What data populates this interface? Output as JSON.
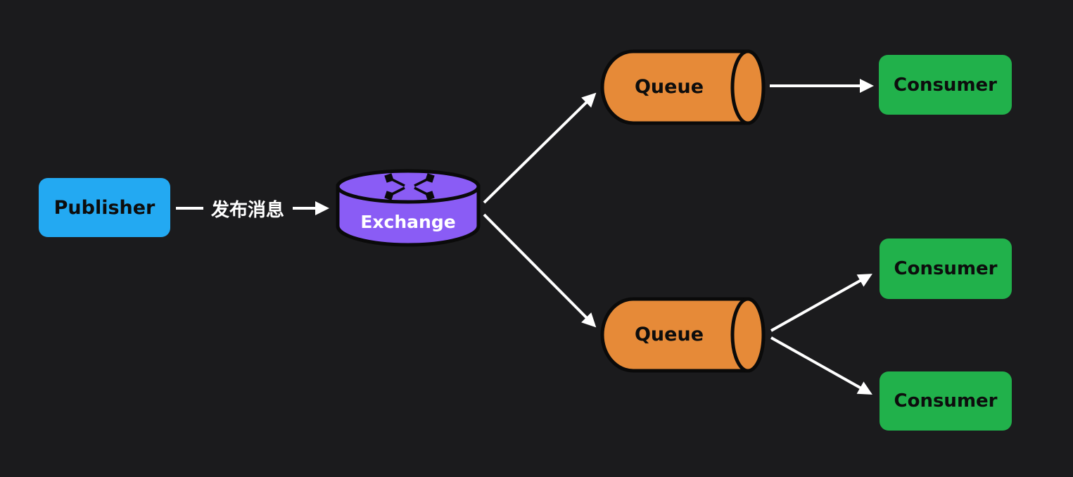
{
  "diagram": {
    "background_color": "#1b1b1d",
    "arrow_color": "#ffffff",
    "outline_color": "#0a0a0a",
    "nodes": {
      "publisher": {
        "label": "Publisher",
        "shape": "rounded-rect",
        "color": "#23a9f2",
        "text_color": "#0d0d0d"
      },
      "exchange": {
        "label": "Exchange",
        "shape": "cylinder-vertical",
        "color": "#8a5cf5",
        "text_color": "#ffffff",
        "icon": "router-arrows-icon"
      },
      "queue_top": {
        "label": "Queue",
        "shape": "cylinder-horizontal",
        "color": "#e68a38",
        "text_color": "#0d0d0d"
      },
      "queue_bottom": {
        "label": "Queue",
        "shape": "cylinder-horizontal",
        "color": "#e68a38",
        "text_color": "#0d0d0d"
      },
      "consumer_top": {
        "label": "Consumer",
        "shape": "rounded-rect",
        "color": "#21b14b",
        "text_color": "#0d0d0d"
      },
      "consumer_middle": {
        "label": "Consumer",
        "shape": "rounded-rect",
        "color": "#21b14b",
        "text_color": "#0d0d0d"
      },
      "consumer_bottom": {
        "label": "Consumer",
        "shape": "rounded-rect",
        "color": "#21b14b",
        "text_color": "#0d0d0d"
      }
    },
    "edges": [
      {
        "from": "publisher",
        "to": "exchange",
        "label": "发布消息"
      },
      {
        "from": "exchange",
        "to": "queue_top",
        "label": ""
      },
      {
        "from": "exchange",
        "to": "queue_bottom",
        "label": ""
      },
      {
        "from": "queue_top",
        "to": "consumer_top",
        "label": ""
      },
      {
        "from": "queue_bottom",
        "to": "consumer_middle",
        "label": ""
      },
      {
        "from": "queue_bottom",
        "to": "consumer_bottom",
        "label": ""
      }
    ]
  }
}
